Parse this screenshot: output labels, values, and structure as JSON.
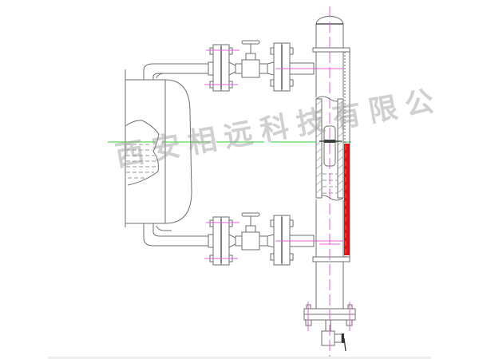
{
  "diagram": {
    "type": "magnetic flap level gauge installation drawing",
    "watermark": "西安相远科技有限公",
    "colors": {
      "background": "#ffffff",
      "outline": "#6e6e6e",
      "centerline": "#e060e0",
      "liquid_level_line": "#33cc33",
      "level_indicator": "#e01010"
    },
    "components": [
      {
        "name": "vessel",
        "label": "tank with liquid"
      },
      {
        "name": "upper-connection",
        "parts": [
          "elbow pipe",
          "flange",
          "globe valve",
          "flange"
        ]
      },
      {
        "name": "lower-connection",
        "parts": [
          "elbow pipe",
          "flange",
          "globe valve",
          "flange"
        ]
      },
      {
        "name": "gauge-chamber",
        "parts": [
          "top cap",
          "float",
          "red indicator column",
          "bottom flange",
          "drain valve"
        ]
      }
    ]
  }
}
